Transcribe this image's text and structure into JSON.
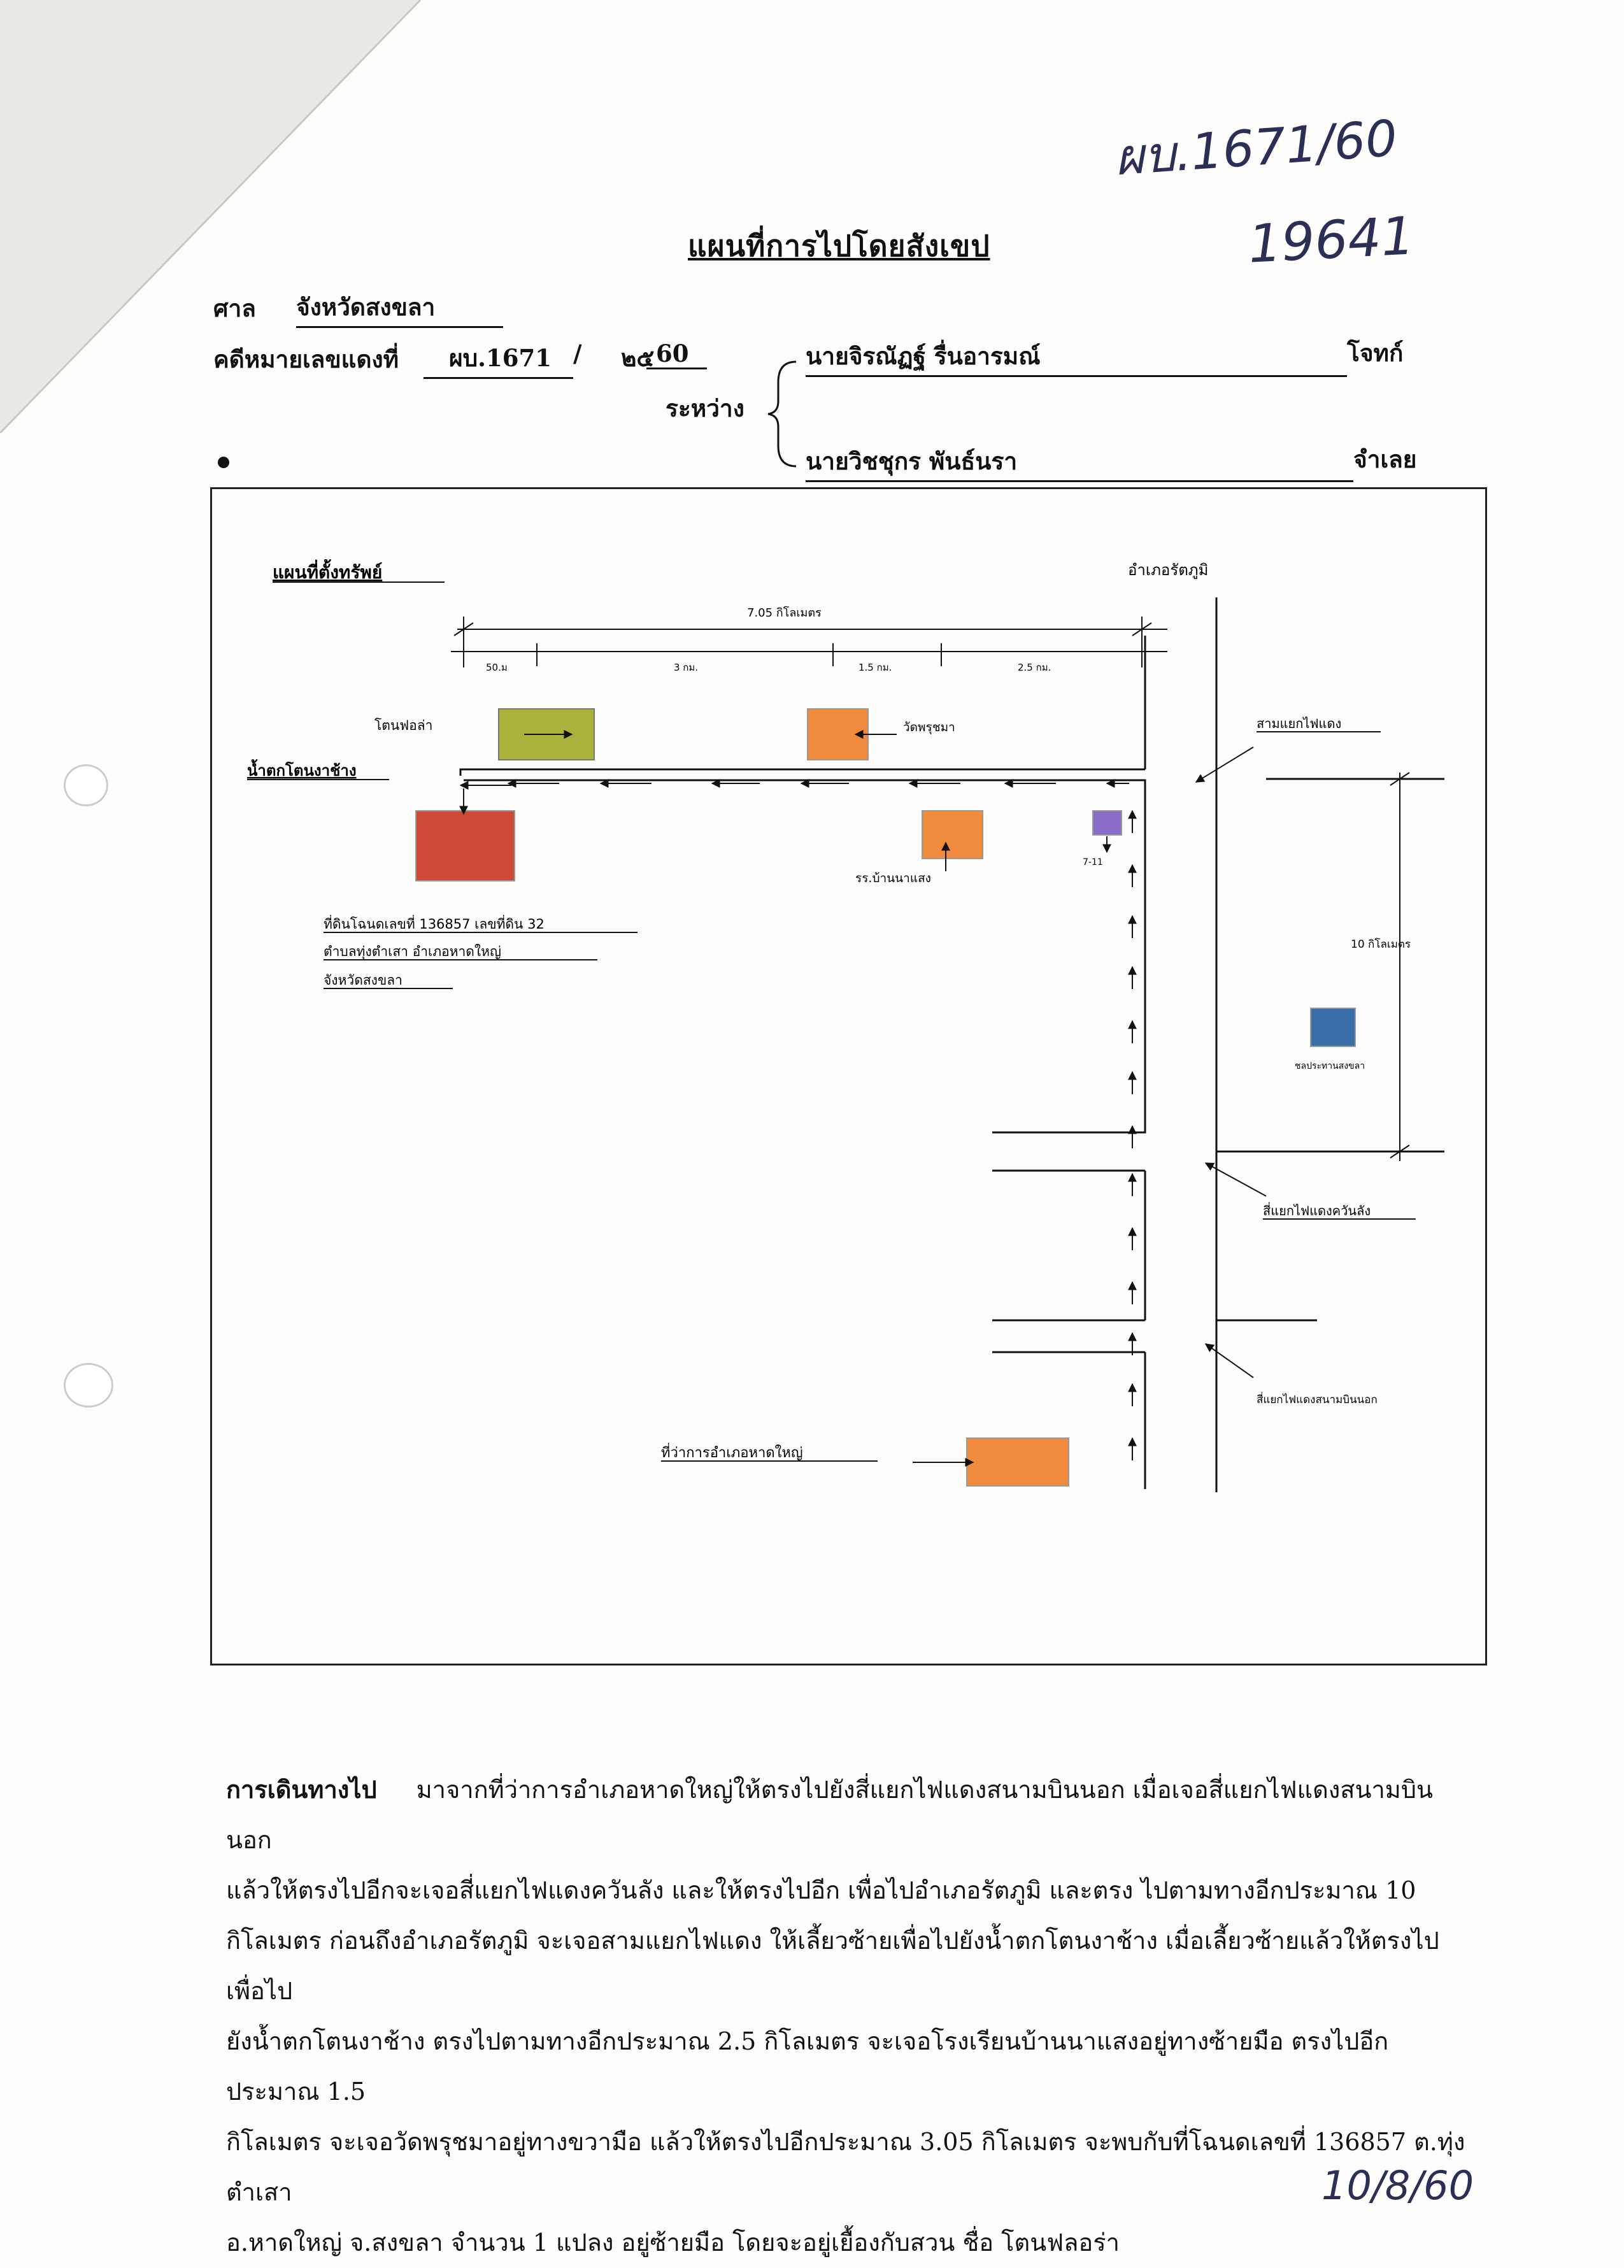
{
  "header": {
    "handwritten_case": "ผบ.1671/60",
    "handwritten_number": "19641",
    "title": "แผนที่การไปโดยสังเขป"
  },
  "form": {
    "court_label": "ศาล",
    "court_value": "จังหวัดสงขลา",
    "case_label": "คดีหมายเลขแดงที่",
    "case_value": "ผบ.1671",
    "slash": "/",
    "year_prefix": "๒๕",
    "year_suffix": "60",
    "between_label": "ระหว่าง",
    "plaintiff_name": "นายจิรณัฏฐ์ รื่นอารมณ์",
    "plaintiff_label": "โจทก์",
    "defendant_name": "นายวิชชุกร พันธ์นรา",
    "defendant_label": "จำเลย"
  },
  "map": {
    "heading": "แผนที่ตั้งทรัพย์",
    "district_north": "อำเภอรัตภูมิ",
    "total_distance": "7.05 กิโลเมตร",
    "seg_1": "50.ม",
    "seg_2": "3 กม.",
    "seg_3": "1.5 กม.",
    "seg_4": "2.5 กม.",
    "ton_flora": "โตนฟอล่า",
    "wat": "วัดพรุชมา",
    "waterfall": "น้ำตกโตนงาช้าง",
    "junction_3": "สามแยกไฟแดง",
    "school": "รร.บ้านนาแสง",
    "seven_eleven": "7-11",
    "plot_line1": "ที่ดินโฉนดเลขที่ 136857 เลขที่ดิน 32",
    "plot_line2": "ตำบลทุ่งตำเสา อำเภอหาดใหญ่",
    "plot_line3": "จังหวัดสงขลา",
    "ten_km": "10 กิโลเมตร",
    "irrigation": "ชลประทานสงขลา",
    "junction_khwanlang": "สี่แยกไฟแดงควันลัง",
    "junction_airport": "สี่แยกไฟแดงสนามบินนอก",
    "district_office": "ที่ว่าการอำเภอหาดใหญ่",
    "colors": {
      "olive": "#a9b23a",
      "orange": "#f08a3c",
      "red": "#cc4a36",
      "purple": "#8a6bc8",
      "blue": "#3a6ea8"
    }
  },
  "directions": {
    "label": "การเดินทางไป",
    "line1": "มาจากที่ว่าการอำเภอหาดใหญ่ให้ตรงไปยังสี่แยกไฟแดงสนามบินนอก เมื่อเจอสี่แยกไฟแดงสนามบินนอก",
    "line2": "แล้วให้ตรงไปอีกจะเจอสี่แยกไฟแดงควันลัง และให้ตรงไปอีก เพื่อไปอำเภอรัตภูมิ และตรง ไปตามทางอีกประมาณ 10",
    "line3": "กิโลเมตร ก่อนถึงอำเภอรัตภูมิ จะเจอสามแยกไฟแดง ให้เลี้ยวซ้ายเพื่อไปยังน้ำตกโตนงาช้าง เมื่อเลี้ยวซ้ายแล้วให้ตรงไปเพื่อไป",
    "line4": "ยังน้ำตกโตนงาช้าง ตรงไปตามทางอีกประมาณ 2.5 กิโลเมตร จะเจอโรงเรียนบ้านนาแสงอยู่ทางซ้ายมือ ตรงไปอีกประมาณ 1.5",
    "line5": "กิโลเมตร จะเจอวัดพรุชมาอยู่ทางขวามือ แล้วให้ตรงไปอีกประมาณ 3.05 กิโลเมตร จะพบกับที่โฉนดเลขที่ 136857 ต.ทุ่งตำเสา",
    "line6": "อ.หาดใหญ่ จ.สงขลา จำนวน 1 แปลง อยู่ซ้ายมือ โดยจะอยู่เยื้องกับสวน ชื่อ โตนฟลอร่า"
  },
  "footer": {
    "handwritten_date": "10/8/60"
  }
}
